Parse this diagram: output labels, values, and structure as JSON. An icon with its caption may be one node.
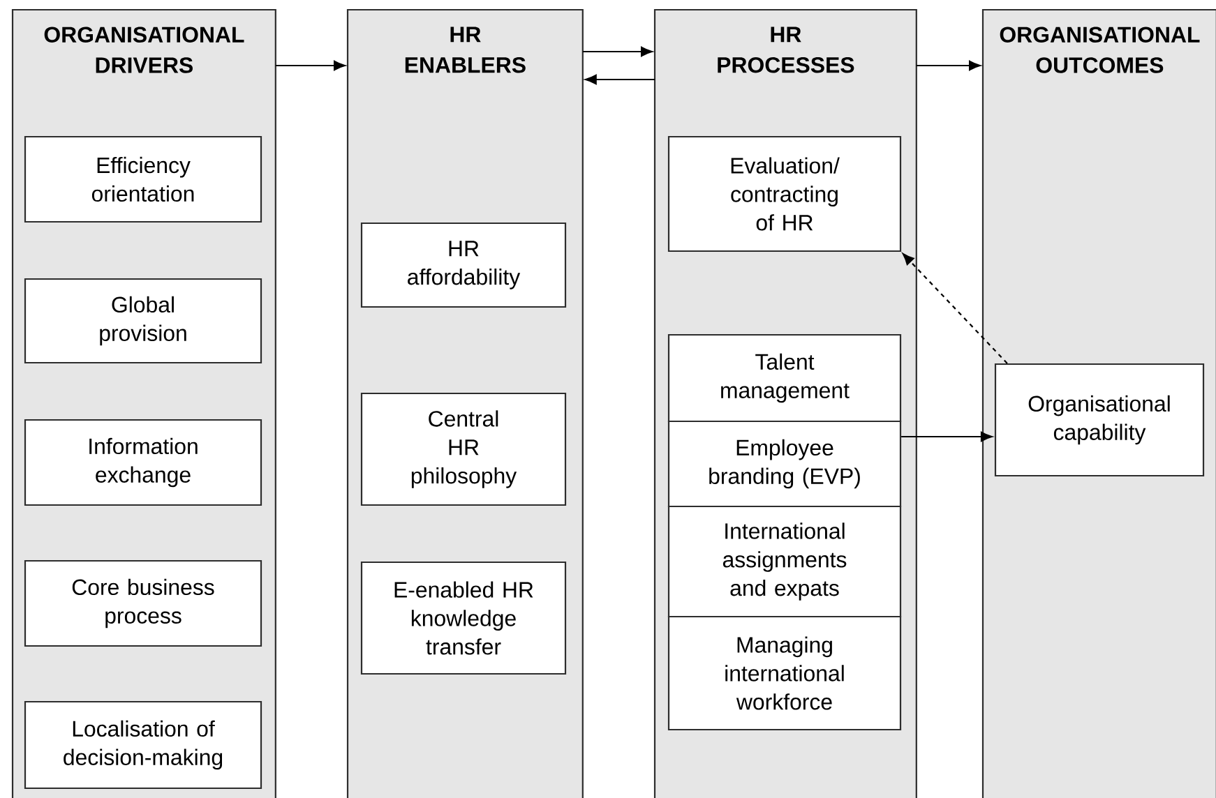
{
  "diagram": {
    "nodes": [
      {
        "text": [
          "ORGANISATIONAL DRIVERS"
        ]
      },
      {
        "text": [
          "Efficiency orientation"
        ],
        "in": 0
      },
      {
        "text": [
          "Global provision"
        ],
        "in": 0
      },
      {
        "text": [
          "Information exchange"
        ],
        "in": 0
      },
      {
        "text": [
          "Core business process"
        ],
        "in": 0
      },
      {
        "text": [
          "Localisation of decision-making"
        ],
        "in": 0
      },
      {
        "text": [
          "HR ENABLERS"
        ]
      },
      {
        "text": [
          "HR affordability"
        ],
        "in": 6
      },
      {
        "text": [
          "Central HR philosophy"
        ],
        "in": 6
      },
      {
        "text": [
          "E-enabled HR knowledge transfer"
        ],
        "in": 6
      },
      {
        "text": [
          "HR PROCESSES"
        ]
      },
      {
        "text": [
          "Evaluation/ contracting of HR"
        ],
        "in": 10
      },
      {
        "text": [
          "Talent management"
        ],
        "in": 10
      },
      {
        "text": [
          "Employee branding (EVP)"
        ],
        "in": 10
      },
      {
        "text": [
          "International assignments and expats"
        ],
        "in": 10
      },
      {
        "text": [
          "Managing international workforce"
        ],
        "in": 10
      },
      {
        "text": [
          "ORGANISATIONAL OUTCOMES"
        ]
      },
      {
        "text": [
          "Organisational capability"
        ],
        "in": 16
      }
    ],
    "edges": [
      {
        "from": 0,
        "to": 6,
        "arrow": "to"
      },
      {
        "from": 6,
        "to": 10,
        "arrow": "to"
      },
      {
        "from": 10,
        "to": 6,
        "arrow": "to"
      },
      {
        "from": 10,
        "to": 16,
        "arrow": "to"
      },
      {
        "from": 13,
        "to": 17,
        "arrow": "to"
      },
      {
        "from": 17,
        "to": 11,
        "arrow": "to",
        "style": "dashed"
      }
    ]
  }
}
